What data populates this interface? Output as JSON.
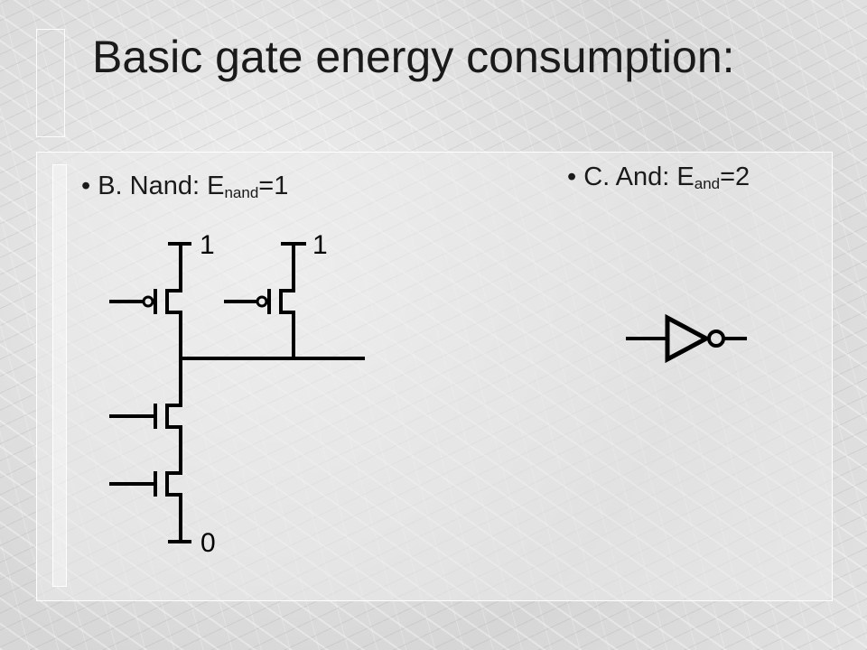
{
  "slide": {
    "title": "Basic gate energy consumption:",
    "bullet_b": {
      "prefix": "• B. Nand: E",
      "subscript": "nand",
      "suffix": "=1"
    },
    "bullet_c": {
      "prefix": "• C. And: E",
      "subscript": "and",
      "suffix": "=2"
    }
  },
  "circuit": {
    "supply_left": "1",
    "supply_right": "1",
    "ground": "0"
  },
  "colors": {
    "ink": "#000000",
    "text": "#1a1a1a"
  }
}
